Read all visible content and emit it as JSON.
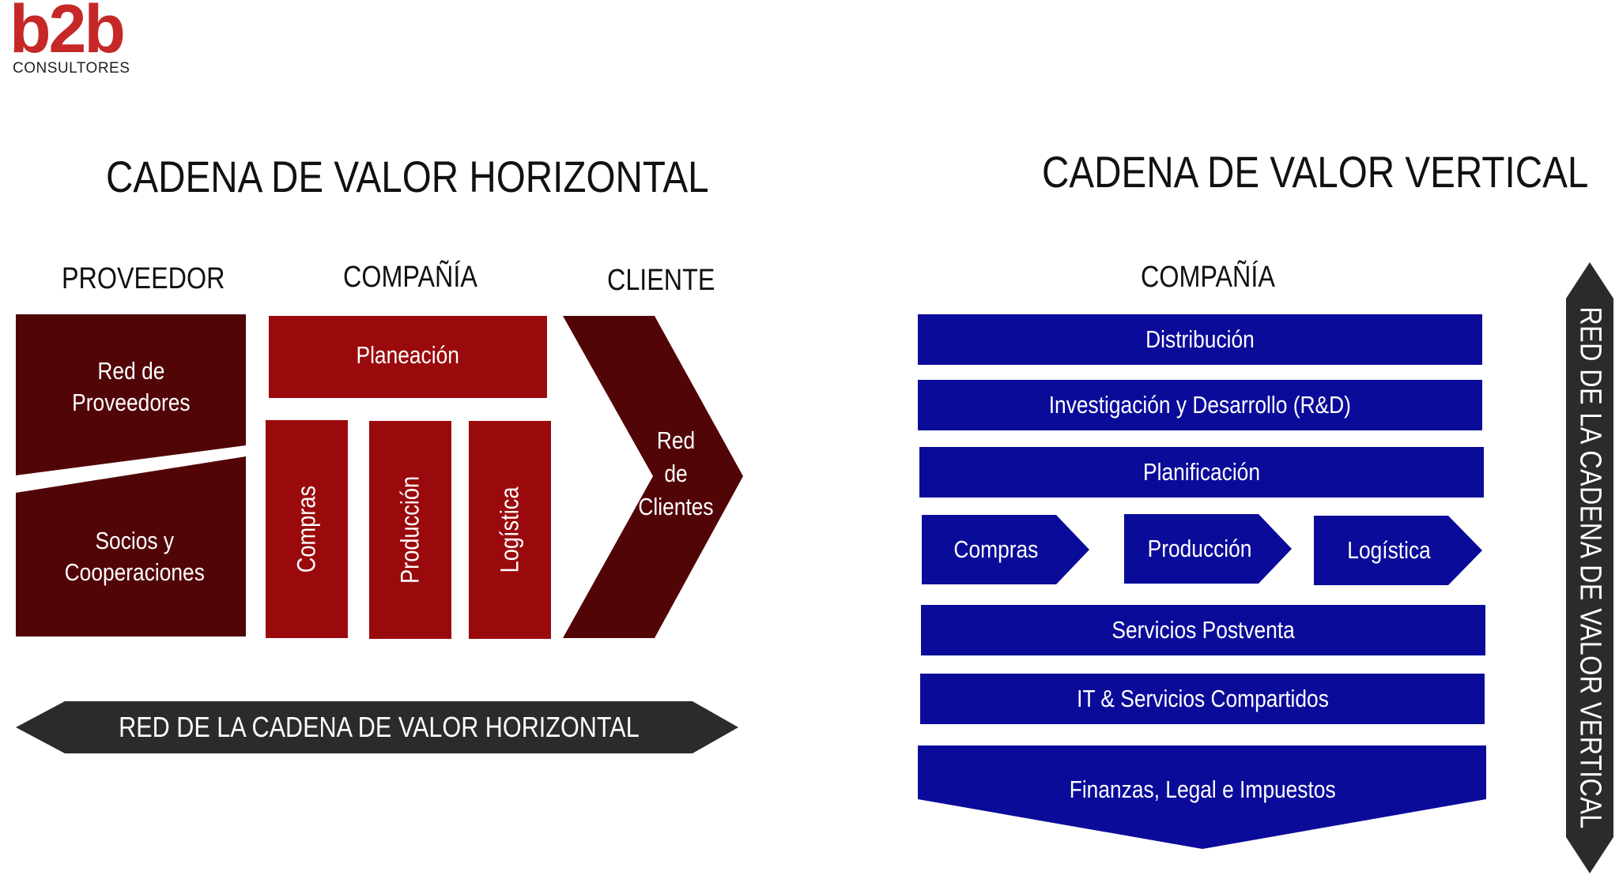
{
  "logo": {
    "word": "b2b",
    "sub": "CONSULTORES",
    "color": "#c62828"
  },
  "horizontal": {
    "title": "CADENA DE VALOR HORIZONTAL",
    "headers": {
      "supplier": "PROVEEDOR",
      "company": "COMPAÑÍA",
      "client": "CLIENTE"
    },
    "supplier_boxes": [
      "Red de\nProveedores",
      "Socios y\nCooperaciones"
    ],
    "planning": "Planeación",
    "activities": [
      "Compras",
      "Producción",
      "Logística"
    ],
    "client_box": "Red\nde\nClientes",
    "network_arrow": "RED DE LA CADENA DE VALOR HORIZONTAL",
    "colors": {
      "dark_red": "#520507",
      "red": "#9a0a0c",
      "arrow": "#2b2b2b"
    }
  },
  "vertical": {
    "title": "CADENA DE VALOR VERTICAL",
    "header": "COMPAÑÍA",
    "bars_top": [
      "Distribución",
      "Investigación y Desarrollo (R&D)",
      "Planificación"
    ],
    "chevrons": [
      "Compras",
      "Producción",
      "Logística"
    ],
    "bars_bottom": [
      "Servicios Postventa",
      "IT & Servicios Compartidos"
    ],
    "base": "Finanzas, Legal e Impuestos",
    "network_arrow": "RED DE LA CADENA DE VALOR VERTICAL",
    "colors": {
      "blue": "#0b0b9a",
      "arrow": "#2b2b2b"
    }
  }
}
